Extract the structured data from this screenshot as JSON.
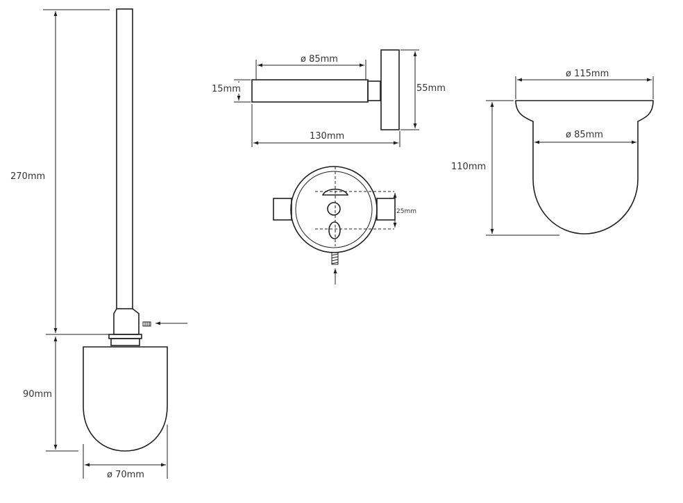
{
  "dimensions": {
    "handle_length": "270mm",
    "cup_height": "90mm",
    "cup_diameter": "ø 70mm",
    "bracket_inner_diameter": "ø 85mm",
    "bracket_thickness": "15mm",
    "wall_plate_height": "55mm",
    "bracket_length": "130mm",
    "screw_spacing": "25mm",
    "holder_top_diameter": "ø 115mm",
    "holder_inner_diameter": "ø 85mm",
    "holder_height": "110mm"
  },
  "colors": {
    "line": "#1f1f1f",
    "text": "#333333",
    "background": "#ffffff"
  }
}
